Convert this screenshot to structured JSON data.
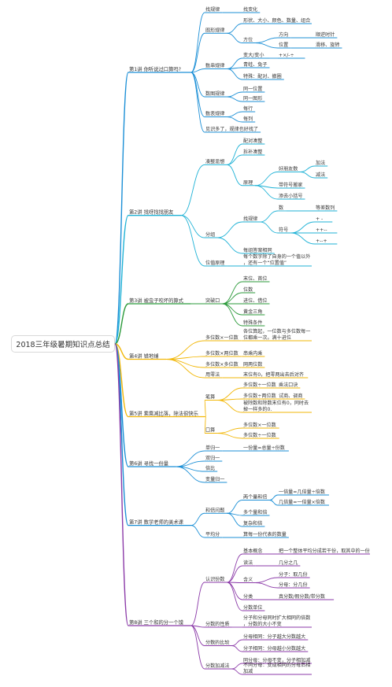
{
  "root": "2018三年级暑期知识点总结",
  "colors": [
    "#1b8fd6",
    "#1b8fd6",
    "#1fb2d6",
    "#2b9a3a",
    "#f2b707",
    "#f2b707",
    "#1b8fd6",
    "#1b8fd6",
    "#8b3aa8"
  ],
  "topics": [
    {
      "label": "第1讲 你听说过口算吗?",
      "children": [
        {
          "label": "找规律",
          "children": [
            {
              "label": "找变化"
            }
          ]
        },
        {
          "label": "图形规律",
          "children": [
            {
              "label": "形状、大小、颜色、数量、组合"
            },
            {
              "label": "方位",
              "children": [
                {
                  "label": "方向",
                  "children": [
                    {
                      "label": "顺逆时针"
                    }
                  ]
                },
                {
                  "label": "位置",
                  "children": [
                    {
                      "label": "滑移、旋转"
                    }
                  ]
                }
              ]
            }
          ]
        },
        {
          "label": "数串规律",
          "children": [
            {
              "label": "变大/变小",
              "children": [
                {
                  "label": "+×/-÷"
                }
              ]
            },
            {
              "label": "青蛙、兔子"
            },
            {
              "label": "特殊：配对、撤圈"
            }
          ]
        },
        {
          "label": "数图规律",
          "children": [
            {
              "label": "同一位置"
            },
            {
              "label": "同一图形"
            }
          ]
        },
        {
          "label": "数表规律",
          "children": [
            {
              "label": "每行"
            },
            {
              "label": "每列"
            }
          ]
        },
        {
          "label": "见识多了，规律也好找了"
        }
      ]
    },
    {
      "label": "第2讲 找呀找找朋友",
      "children": [
        {
          "label": "凑整思想",
          "children": [
            {
              "label": "配对凑整"
            },
            {
              "label": "拆补凑整"
            },
            {
              "label": "原理",
              "children": [
                {
                  "label": "好朋友数",
                  "children": [
                    {
                      "label": "加法"
                    },
                    {
                      "label": "减法"
                    }
                  ]
                },
                {
                  "label": "带符号搬家"
                },
                {
                  "label": "添去小括号"
                }
              ]
            }
          ]
        },
        {
          "label": "分组",
          "children": [
            {
              "label": "找规律",
              "children": [
                {
                  "label": "数",
                  "children": [
                    {
                      "label": "等差数列"
                    }
                  ]
                },
                {
                  "label": "符号",
                  "children": [
                    {
                      "label": "+ -"
                    },
                    {
                      "label": "++--"
                    },
                    {
                      "label": "+--+"
                    }
                  ]
                }
              ]
            },
            {
              "label": "每组答案相同"
            }
          ]
        },
        {
          "label": "位值原理",
          "children": [
            {
              "label": "每个数字除了自身的一个值以外，还有一个“位置值”"
            }
          ]
        }
      ]
    },
    {
      "label": "第3讲 被虫子咬坏的算式",
      "children": [
        {
          "label": "突破口",
          "children": [
            {
              "label": "末位、首位"
            },
            {
              "label": "位数"
            },
            {
              "label": "进位、借位"
            },
            {
              "label": "黄金三角"
            },
            {
              "label": "特殊条件"
            }
          ]
        }
      ]
    },
    {
      "label": "第4讲 错地铺",
      "children": [
        {
          "label": "多位数×一位数",
          "children": [
            {
              "label": "各位算起，一位数与多位数每一位都乘一次。满十进位"
            }
          ]
        },
        {
          "label": "多位数×两位数",
          "children": [
            {
              "label": "串乘内乘"
            }
          ]
        },
        {
          "label": "多位数×多位数",
          "children": [
            {
              "label": "网两位数"
            }
          ]
        },
        {
          "label": "用零法",
          "children": [
            {
              "label": "末位有0，把零两出去后对齐"
            }
          ]
        }
      ]
    },
    {
      "label": "第5讲 乘乘减比落，除法很快乐",
      "children": [
        {
          "label": "笔算",
          "children": [
            {
              "label": "多位数÷一位数",
              "children": [
                {
                  "label": "乘法口诀"
                }
              ]
            },
            {
              "label": "多位数÷两位数",
              "children": [
                {
                  "label": "试商、调商"
                }
              ]
            },
            {
              "label": "被除数和除数末位有0，同时去掉一样多的0."
            }
          ]
        },
        {
          "label": "口算",
          "children": [
            {
              "label": "多位数×一位数"
            },
            {
              "label": "多位数÷一位数"
            }
          ]
        }
      ]
    },
    {
      "label": "第6讲 寻找一份量",
      "children": [
        {
          "label": "单归一",
          "children": [
            {
              "label": "一份量=总量÷份数"
            }
          ]
        },
        {
          "label": "双归一"
        },
        {
          "label": "倍比"
        },
        {
          "label": "变量归一"
        }
      ]
    },
    {
      "label": "第7讲 数学老师的美术课",
      "children": [
        {
          "label": "和倍问题",
          "children": [
            {
              "label": "两个量和倍",
              "children": [
                {
                  "label": "一倍量=几倍量÷倍数"
                },
                {
                  "label": "几倍量=一倍量×倍数"
                }
              ]
            },
            {
              "label": "多个量和倍"
            },
            {
              "label": "复杂和倍"
            }
          ]
        },
        {
          "label": "平均分",
          "children": [
            {
              "label": "算每一份代表的数量"
            }
          ]
        }
      ]
    },
    {
      "label": "第8讲 三个和的分一个馍",
      "children": [
        {
          "label": "认识份数",
          "children": [
            {
              "label": "基本概念",
              "children": [
                {
                  "label": "把一个整体平均分成若干份，取其中的一份"
                }
              ]
            },
            {
              "label": "读法",
              "children": [
                {
                  "label": "几分之几"
                }
              ]
            },
            {
              "label": "含义",
              "children": [
                {
                  "label": "分子：取几份"
                },
                {
                  "label": "分母：分几份"
                }
              ]
            },
            {
              "label": "分类",
              "children": [
                {
                  "label": "真分数/假分数/带分数"
                }
              ]
            },
            {
              "label": "分数单位"
            }
          ]
        },
        {
          "label": "分数的性质",
          "children": [
            {
              "label": "分子和分母同时扩大相同的倍数，分数的大小不变"
            }
          ]
        },
        {
          "label": "分数的比较",
          "children": [
            {
              "label": "分母相同：分子越大分数越大"
            },
            {
              "label": "分子相同：分母越小分数越大"
            }
          ]
        },
        {
          "label": "分数加减法",
          "children": [
            {
              "label": "同分母：分母不变，分子相加减"
            },
            {
              "label": "不同分母：变成相同的分母后相加减"
            }
          ]
        }
      ]
    }
  ]
}
